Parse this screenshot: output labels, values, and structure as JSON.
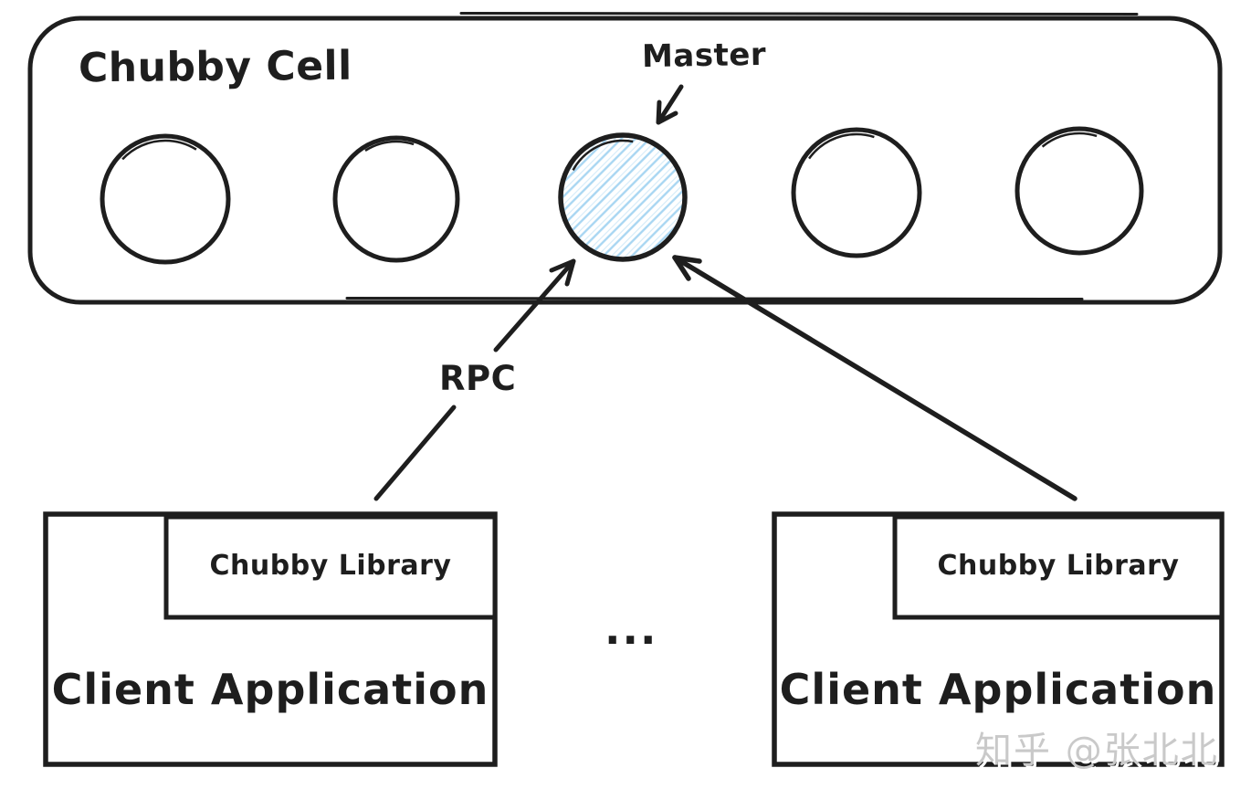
{
  "colors": {
    "ink": "#1e1e1e",
    "hatch_blue": "#a8d6f2",
    "watermark_gray": "#c9c9c9",
    "background": "#ffffff"
  },
  "cell": {
    "title": "Chubby Cell",
    "master_label": "Master",
    "replica_count": 5
  },
  "connections": {
    "rpc_label": "RPC"
  },
  "clients": [
    {
      "library_label": "Chubby Library",
      "app_label": "Client Application"
    },
    {
      "library_label": "Chubby Library",
      "app_label": "Client Application"
    }
  ],
  "ellipsis": "...",
  "watermark": "知乎 @张北北"
}
